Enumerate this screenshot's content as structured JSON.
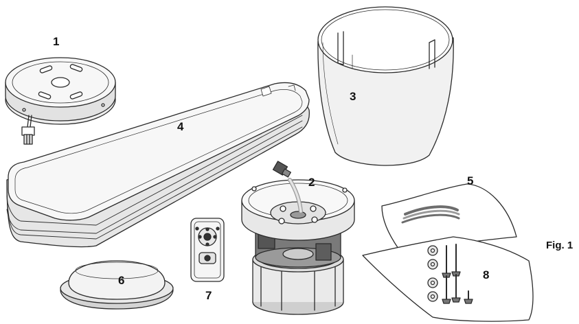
{
  "figure": {
    "caption": "Fig. 1",
    "parts": [
      {
        "id": "canopy",
        "label": "1"
      },
      {
        "id": "motor-assembly",
        "label": "2"
      },
      {
        "id": "motor-housing",
        "label": "3"
      },
      {
        "id": "fan-blades",
        "label": "4"
      },
      {
        "id": "blade-bracket-bag",
        "label": "5"
      },
      {
        "id": "light-cover",
        "label": "6"
      },
      {
        "id": "remote-control",
        "label": "7"
      },
      {
        "id": "hardware-bag",
        "label": "8"
      }
    ]
  },
  "style": {
    "line_color": "#2a2a2a",
    "fill_light": "#f4f4f4",
    "fill_mid": "#d9d9d9",
    "fill_dark": "#7a7a7a"
  }
}
